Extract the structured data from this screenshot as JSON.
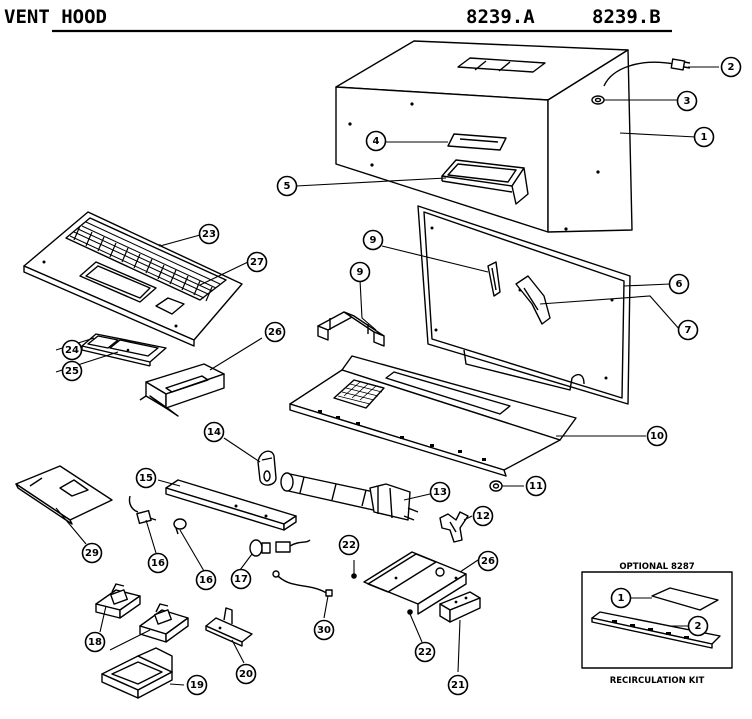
{
  "header": {
    "title": "VENT HOOD",
    "model_a": "8239.A",
    "model_b": "8239.B"
  },
  "kit": {
    "title": "OPTIONAL 8287",
    "caption": "RECIRCULATION KIT",
    "callouts": [
      "1",
      "2"
    ]
  },
  "callouts": [
    "1",
    "2",
    "3",
    "4",
    "5",
    "6",
    "7",
    "9",
    "9",
    "10",
    "11",
    "12",
    "13",
    "14",
    "15",
    "16",
    "16",
    "17",
    "18",
    "19",
    "20",
    "21",
    "22",
    "22",
    "23",
    "24",
    "25",
    "26",
    "26",
    "27",
    "29",
    "30"
  ]
}
